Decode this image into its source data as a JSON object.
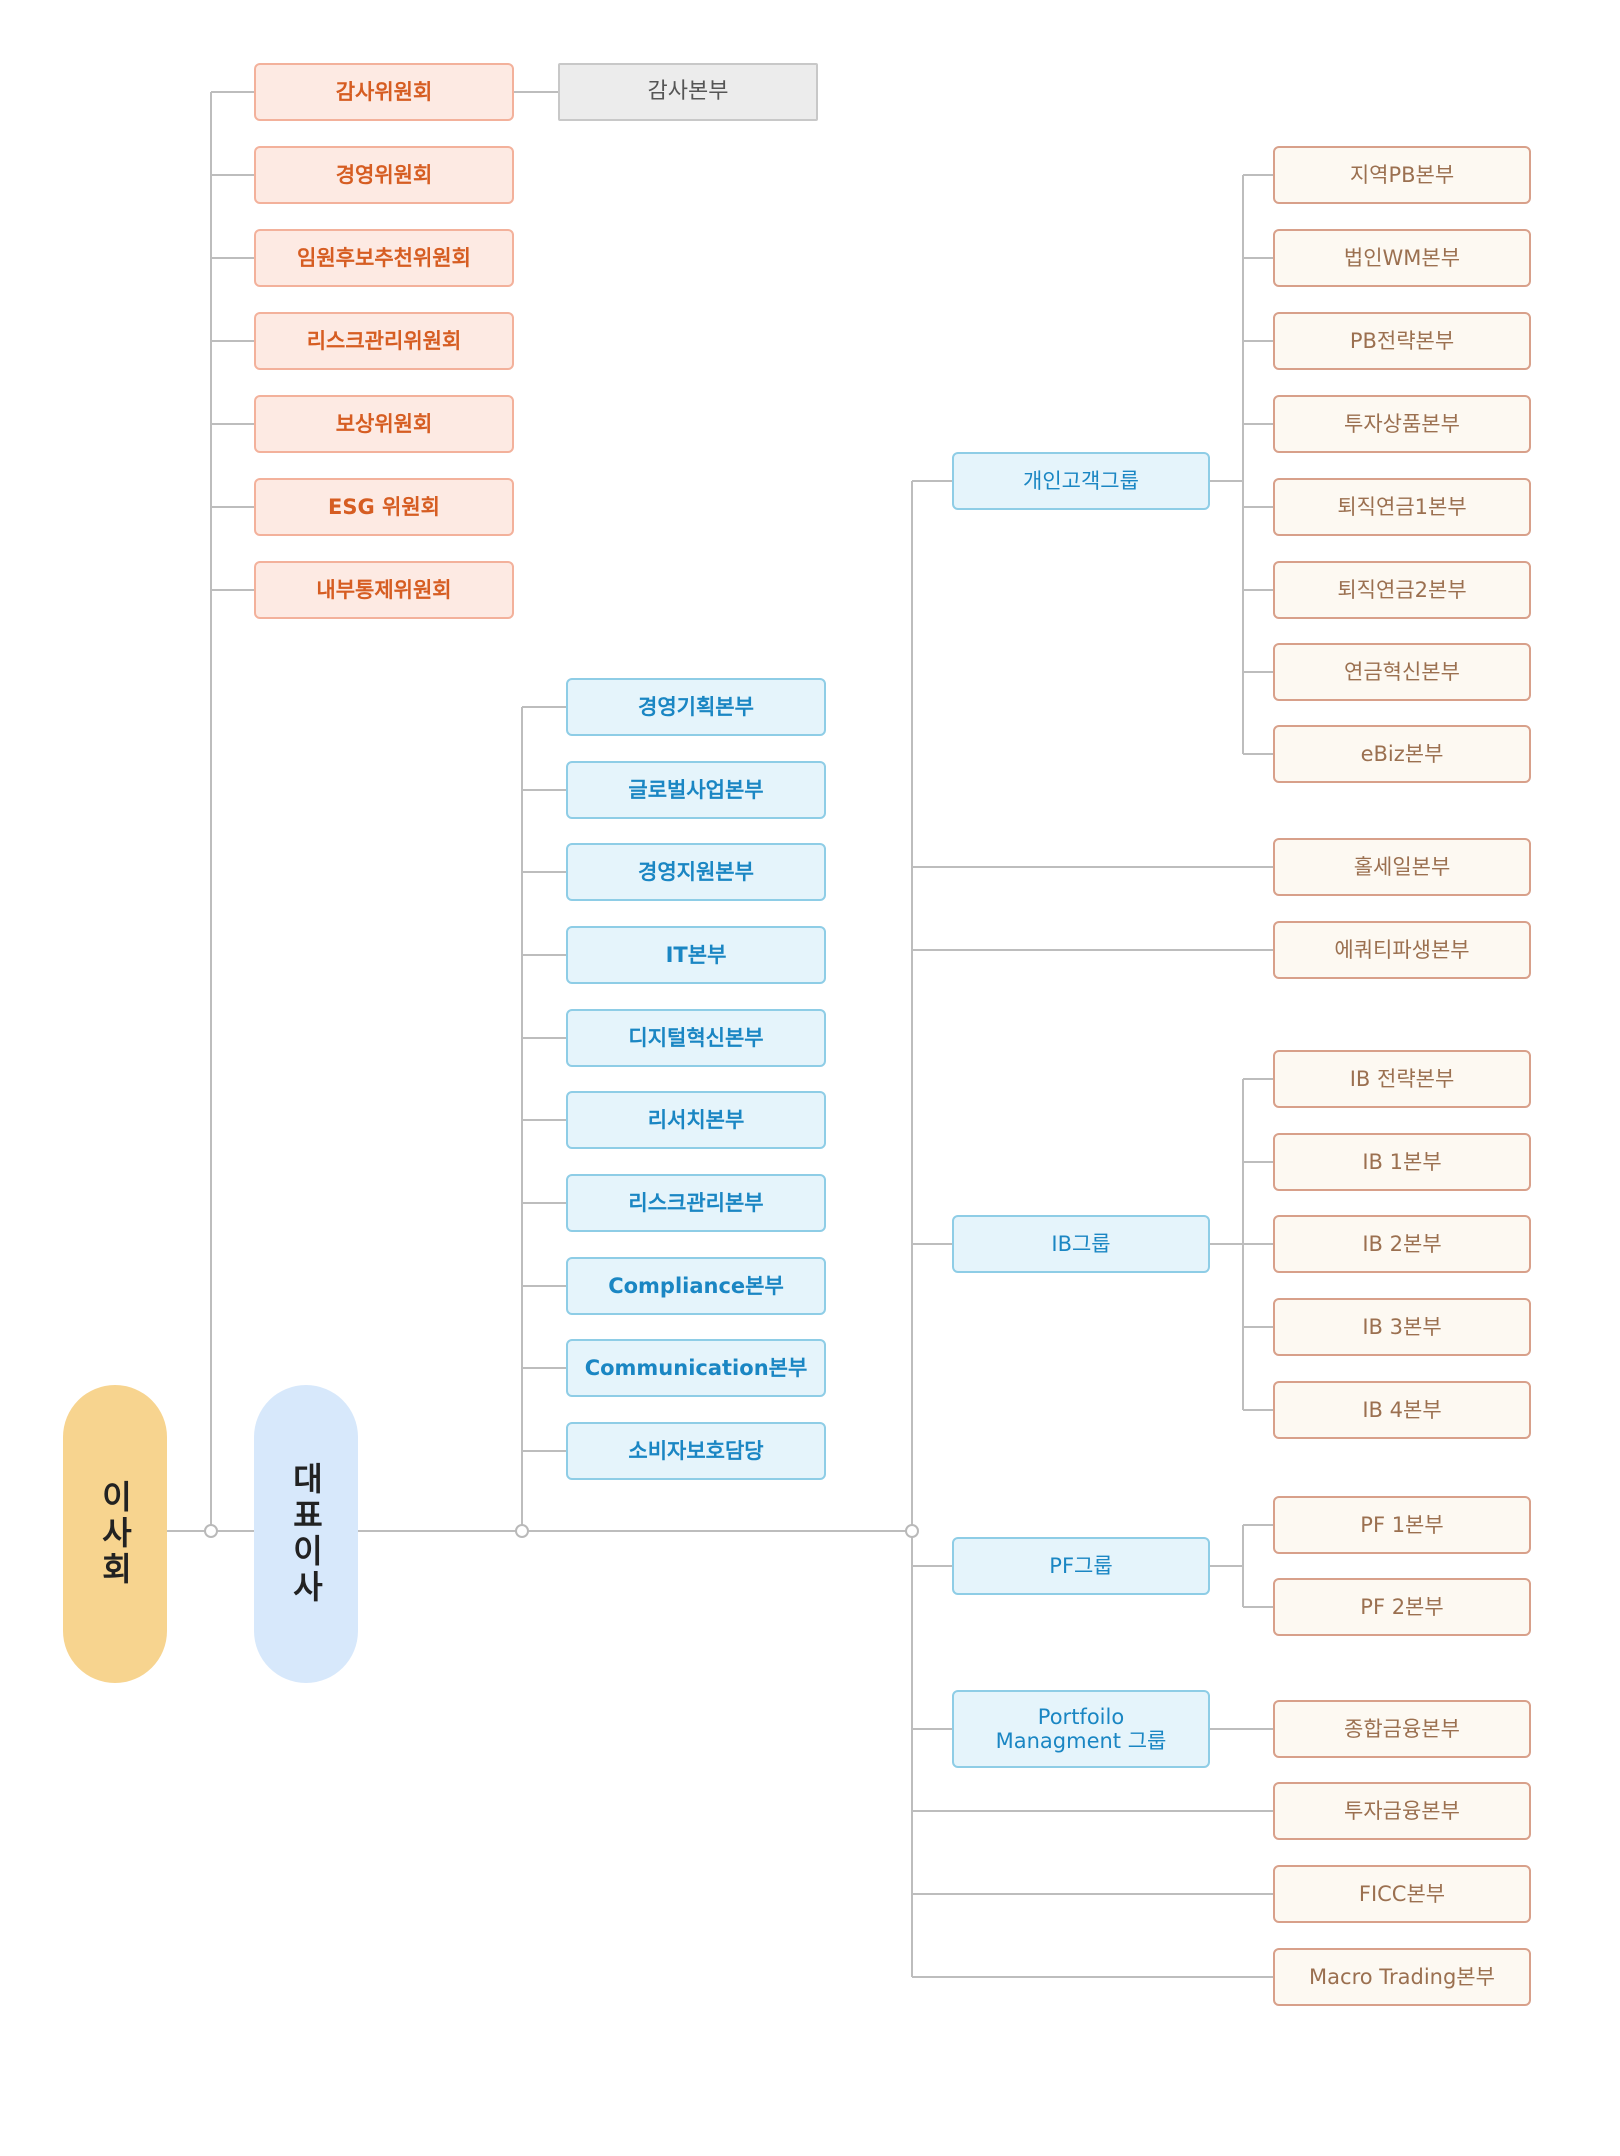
{
  "board": {
    "label": "이사회"
  },
  "ceo": {
    "label": "대표이사"
  },
  "committees": [
    "감사위원회",
    "경영위원회",
    "임원후보추천위원회",
    "리스크관리위원회",
    "보상위원회",
    "ESG 위원회",
    "내부통제위원회"
  ],
  "audit_hq": "감사본부",
  "ceo_units": [
    "경영기획본부",
    "글로벌사업본부",
    "경영지원본부",
    "IT본부",
    "디지털혁신본부",
    "리서치본부",
    "리스크관리본부",
    "Compliance본부",
    "Communication본부",
    "소비자보호담당"
  ],
  "groups": {
    "personal": {
      "label": "개인고객그룹",
      "divisions": [
        "지역PB본부",
        "법인WM본부",
        "PB전략본부",
        "투자상품본부",
        "퇴직연금1본부",
        "퇴직연금2본부",
        "연금혁신본부",
        "eBiz본부"
      ]
    },
    "ib": {
      "label": "IB그룹",
      "divisions": [
        "IB 전략본부",
        "IB 1본부",
        "IB 2본부",
        "IB 3본부",
        "IB 4본부"
      ]
    },
    "pf": {
      "label": "PF그룹",
      "divisions": [
        "PF 1본부",
        "PF 2본부"
      ]
    },
    "pm": {
      "label_line1": "Portfoilo",
      "label_line2": "Managment 그룹",
      "divisions": [
        "종합금융본부"
      ]
    }
  },
  "direct_divisions": [
    "홀세일본부",
    "에쿼티파생본부",
    "투자금융본부",
    "FICC본부",
    "Macro Trading본부"
  ]
}
